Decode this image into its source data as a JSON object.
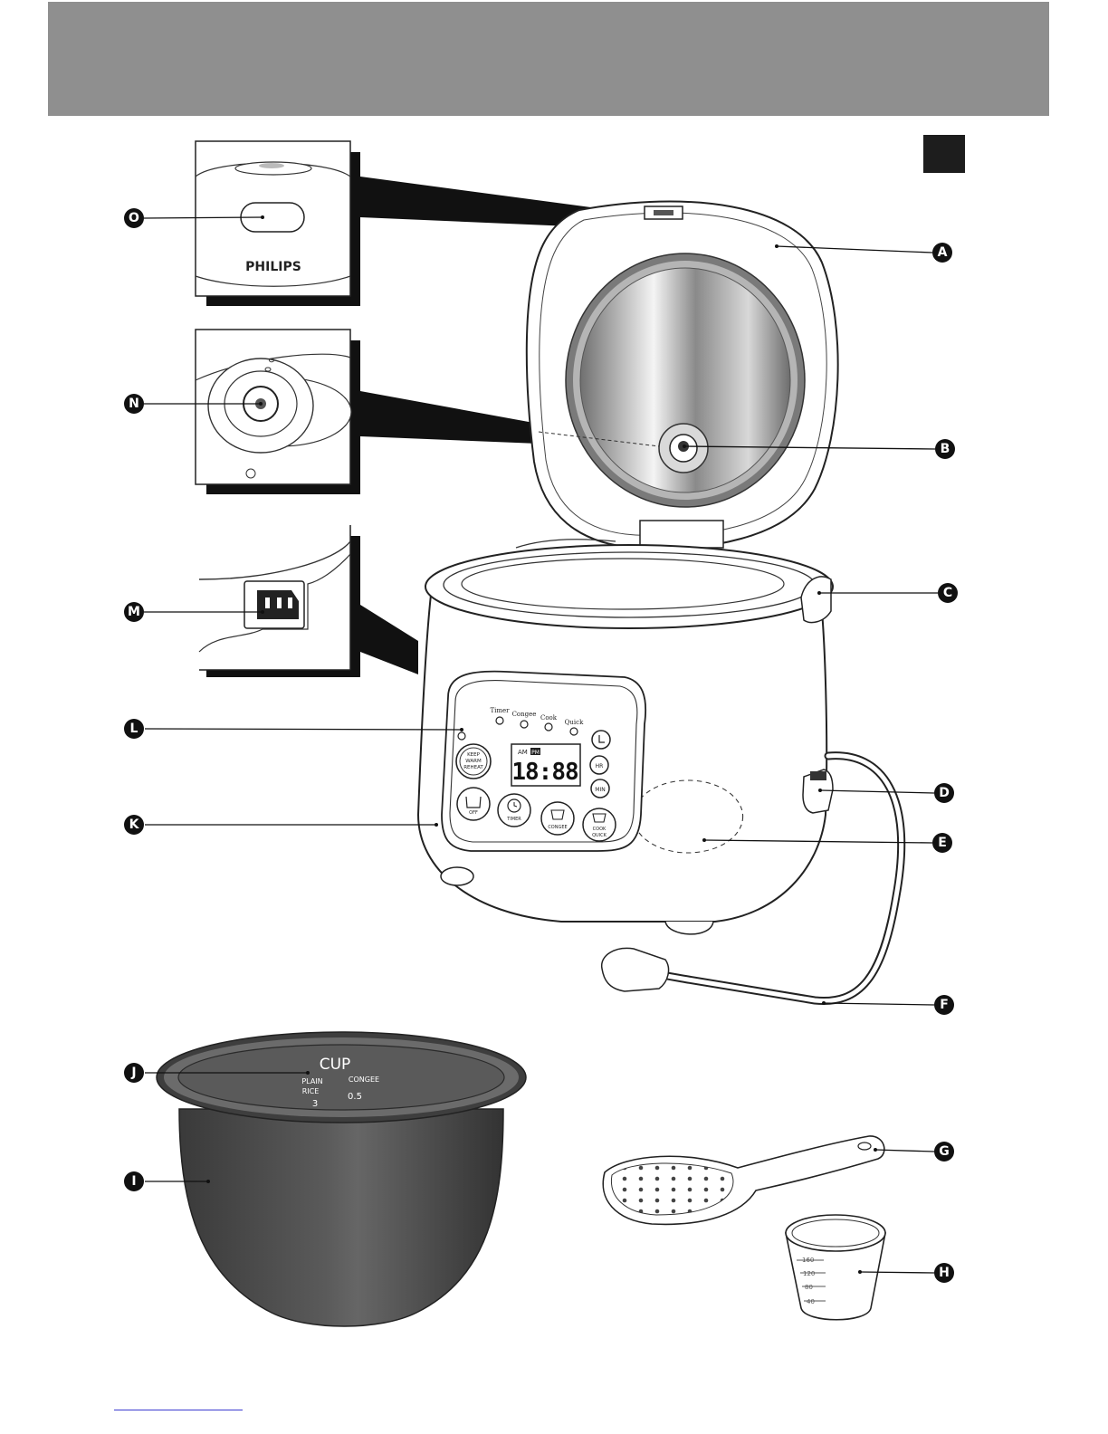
{
  "callouts": {
    "A": "A",
    "B": "B",
    "C": "C",
    "D": "D",
    "E": "E",
    "F": "F",
    "G": "G",
    "H": "H",
    "I": "I",
    "J": "J",
    "K": "K",
    "L": "L",
    "M": "M",
    "N": "N",
    "O": "O"
  },
  "lid_detail": {
    "brand": "PHILIPS"
  },
  "control_panel": {
    "indicator_timer": "Timer",
    "indicator_congee": "Congee",
    "indicator_cook": "Cook",
    "indicator_quick": "Quick",
    "display_ampm": "AM",
    "display_pm": "PM",
    "display_time": "18:88",
    "button_keep_warm": [
      "KEEP",
      "WARM",
      "REHEAT"
    ],
    "button_hr": "HR",
    "button_min": "MIN",
    "button_off": "OFF",
    "button_timer": "TIMER",
    "button_congee": "CONGEE",
    "button_cook_quick": [
      "COOK",
      "QUICK"
    ]
  },
  "inner_pot": {
    "cup_label": "CUP",
    "plain_rice_label": [
      "PLAIN",
      "RICE"
    ],
    "plain_rice_value": "3",
    "congee_label": "CONGEE",
    "congee_value": "0.5"
  },
  "measuring_cup": {
    "marks": [
      "160",
      "120",
      "80",
      "40"
    ]
  },
  "colors": {
    "header_band": "#8f8f8f",
    "page_marker": "#1d1d1d",
    "pot": "#4a4a4a"
  }
}
